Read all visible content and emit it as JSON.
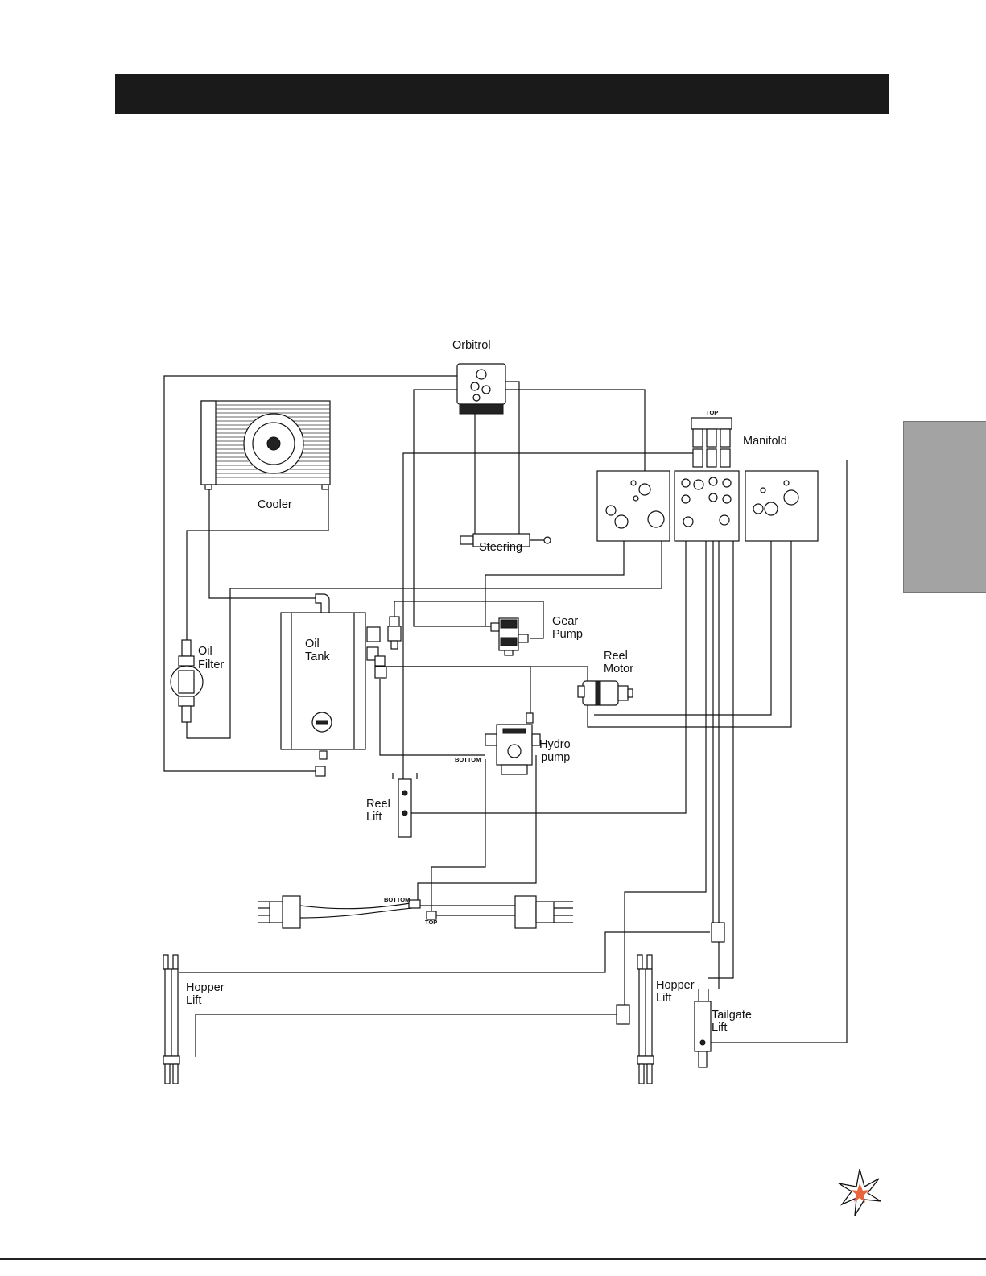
{
  "page": {
    "background": "#ffffff",
    "header_bar_color": "#1a1a1a",
    "side_tab_color": "#a3a3a3"
  },
  "components": {
    "orbitrol": "Orbitrol",
    "cooler": "Cooler",
    "steering": "Steering",
    "manifold": "Manifold",
    "oil_filter": [
      "Oil",
      "Filter"
    ],
    "oil_tank": [
      "Oil",
      "Tank"
    ],
    "gear_pump": [
      "Gear",
      "Pump"
    ],
    "reel_motor": [
      "Reel",
      "Motor"
    ],
    "hydro_pump": [
      "Hydro",
      "pump"
    ],
    "reel_lift": [
      "Reel",
      "Lift"
    ],
    "hopper_lift_left": [
      "Hopper",
      "Lift"
    ],
    "hopper_lift_right": [
      "Hopper",
      "Lift"
    ],
    "tailgate_lift": [
      "Tailgate",
      "Lift"
    ]
  },
  "markings": {
    "manifold_top": "TOP",
    "hydro_pump_bottom": "BOTTOM",
    "axle_bottom": "BOTTOM",
    "axle_top": "TOP"
  },
  "logo": {
    "icon": "star-burst-logo-icon",
    "accent_color": "#e8643c"
  }
}
